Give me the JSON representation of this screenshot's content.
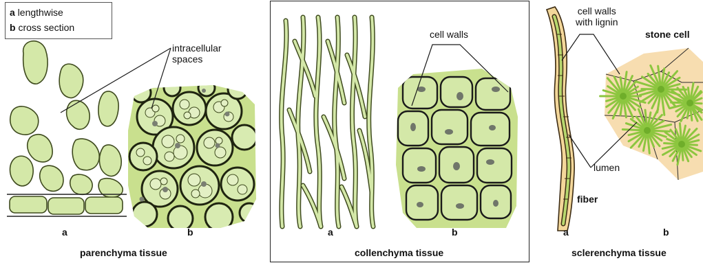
{
  "legend": {
    "a_key": "a",
    "a_text": " lengthwise",
    "b_key": "b",
    "b_text": " cross section"
  },
  "parenchyma": {
    "callout": "intracellular\nspaces",
    "callout_line1": "intracellular",
    "callout_line2": "spaces",
    "label_a": "a",
    "label_b": "b",
    "title": "parenchyma tissue"
  },
  "collenchyma": {
    "callout": "cell walls",
    "label_a": "a",
    "label_b": "b",
    "title": "collenchyma tissue"
  },
  "sclerenchyma": {
    "callout_walls_line1": "cell walls",
    "callout_walls_line2": "with lignin",
    "stone_cell": "stone cell",
    "lumen": "lumen",
    "fiber": "fiber",
    "label_a": "a",
    "label_b": "b",
    "title": "sclerenchyma tissue"
  },
  "colors": {
    "cell_fill": "#d4e8a8",
    "cell_fill_dark": "#b9d77a",
    "cell_stroke": "#3e4a1e",
    "nucleus": "#6f7668",
    "fiber_outer": "#f3d79a",
    "fiber_lumen": "#b7d76e",
    "stone_bg": "#f7ddb0",
    "stone_spike": "#8cc63f"
  }
}
